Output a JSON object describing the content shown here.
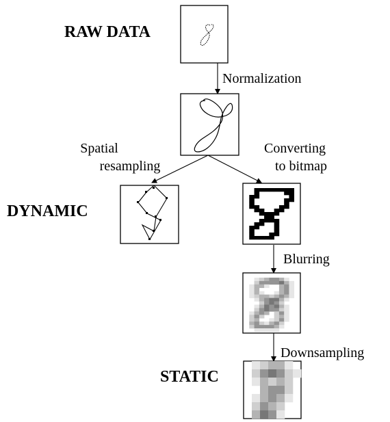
{
  "labels": {
    "raw_data": "RAW DATA",
    "dynamic": "DYNAMIC",
    "static": "STATIC"
  },
  "steps": {
    "normalization": "Normalization",
    "spatial_1": "Spatial",
    "spatial_2": "resampling",
    "converting_1": "Converting",
    "converting_2": "to bitmap",
    "blurring": "Blurring",
    "downsampling": "Downsampling"
  },
  "colors": {
    "ink": "#000000",
    "background": "#ffffff",
    "gray_levels": [
      "#ffffff",
      "#e6e6e6",
      "#cfcfcf",
      "#b3b3b3",
      "#949494",
      "#777777",
      "#5c5c5c"
    ]
  },
  "bitmap": {
    "rows": [
      "...........",
      "..########.",
      "..#.....##.",
      ".##......#.",
      ".#......##.",
      ".#......#..",
      ".##....##..",
      "..##..##...",
      "...####....",
      "....##.....",
      "...####....",
      "..##..#....",
      ".##...#....",
      ".#....#....",
      ".#...##....",
      ".#####.....",
      "..........."
    ]
  },
  "blurred": {
    "rows": [
      "00000000000",
      "00123443100",
      "00244445310",
      "01331003410",
      "01300003410",
      "01310013410",
      "01233234310",
      "00134553100",
      "00024542000",
      "00135453100",
      "00245442100",
      "01343024100",
      "02420023100",
      "02300124100",
      "03421342000",
      "02444431000",
      "00111110000"
    ]
  },
  "static_grid": {
    "rows": [
      "0123310",
      "0245421",
      "0132320",
      "0034420",
      "0134310",
      "0243200",
      "0354100"
    ]
  }
}
